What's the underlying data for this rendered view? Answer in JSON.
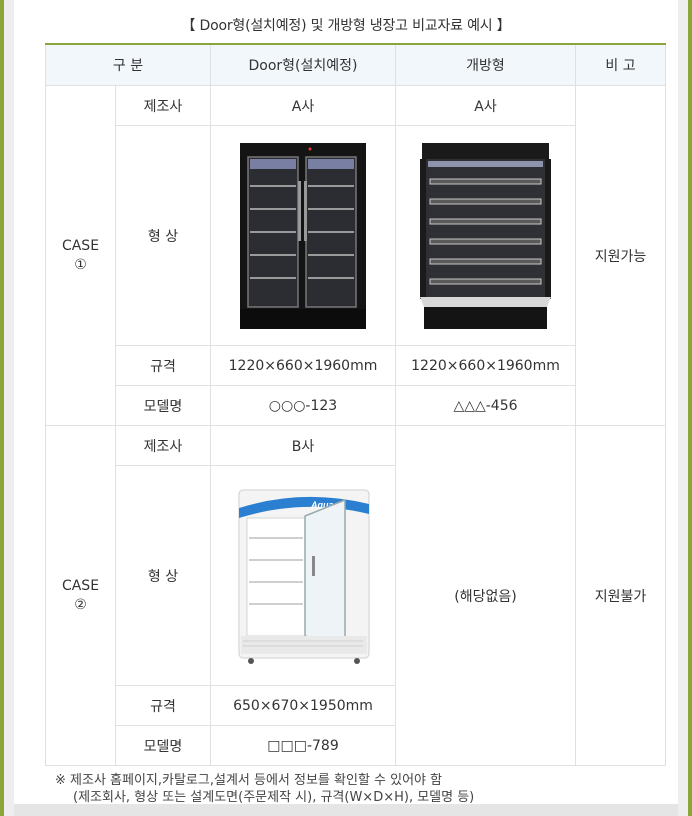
{
  "title": "【 Door형(설치예정) 및 개방형 냉장고 비교자료 예시 】",
  "headers": [
    "구 분",
    "Door형(설치예정)",
    "개방형",
    "비 고"
  ],
  "rows": {
    "maker": "제조사",
    "shape": "형 상",
    "spec": "규격",
    "model": "모델명"
  },
  "case1": {
    "label": "CASE",
    "num": "①",
    "door_maker": "A사",
    "open_maker": "A사",
    "door_spec": "1220×660×1960mm",
    "open_spec": "1220×660×1960mm",
    "door_model": "○○○-123",
    "open_model": "△△△-456",
    "note": "지원가능"
  },
  "case2": {
    "label": "CASE",
    "num": "②",
    "door_maker": "B사",
    "door_spec": "650×670×1950mm",
    "door_model": "□□□-789",
    "open_none": "(해당없음)",
    "note": "지원불가",
    "brand": "Aqua"
  },
  "footnote": {
    "line1": "※ 제조사 홈페이지,카탈로그,설계서 등에서 정보를 확인할 수 있어야 함",
    "line2": "(제조회사, 형상 또는 설계도면(주문제작 시), 규격(W×D×H), 모델명 등)"
  }
}
